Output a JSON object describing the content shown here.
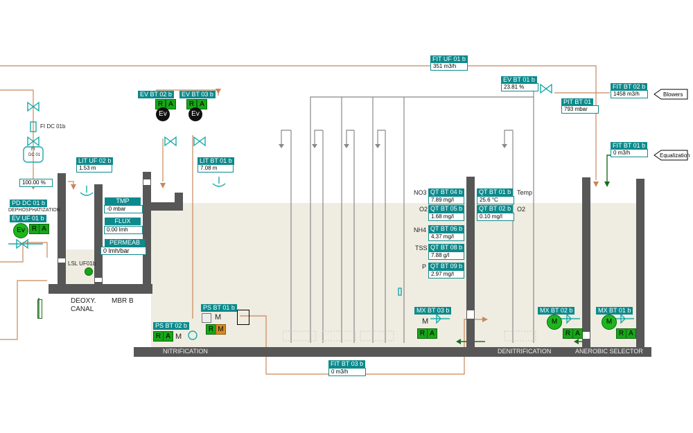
{
  "flows": {
    "fit_uf01b": {
      "tag": "FIT UF 01 b",
      "value": "351 m3/h"
    },
    "fit_bt02b": {
      "tag": "FIT BT 02 b",
      "value": "1458 m3/h"
    },
    "fit_bt01b": {
      "tag": "FIT BT 01 b",
      "value": "0 m3/h"
    },
    "fit_bt03b": {
      "tag": "FIT BT 03 b",
      "value": "0 m3/h"
    }
  },
  "valves": {
    "ev_bt01b": {
      "tag": "EV BT 01 b",
      "value": "23.81 %"
    },
    "ev_bt02b": {
      "tag": "EV BT 02 b",
      "r": "R",
      "a": "A",
      "ev": "Ev"
    },
    "ev_bt03b": {
      "tag": "EV BT 03 b",
      "r": "R",
      "a": "A",
      "ev": "Ev"
    },
    "ev_uf01b": {
      "tag": "EV UF 01 b",
      "r": "R",
      "a": "A",
      "ev": "Ev"
    }
  },
  "pressure": {
    "pit_bt01": {
      "tag": "PIT BT 01",
      "value": "793 mbar"
    }
  },
  "levels": {
    "lit_uf02b": {
      "tag": "LIT UF 02 b",
      "value": "1.53 m"
    },
    "lit_bt01b": {
      "tag": "LIT BT 01 b",
      "value": "7.08 m"
    },
    "lsl_uf01b": "LSL UF01b"
  },
  "dephos": {
    "value": "100.00 %",
    "tag": "PD DC 01 b",
    "label": "DEPHOSPHATIZATION",
    "fi": "FI DC 01b",
    "fi_icon1": "FI",
    "fi_icon2": "DC 01"
  },
  "membrane": {
    "tmp_label": "TMP",
    "tmp_value": "-0 mbar",
    "flux_label": "FLUX",
    "flux_value": "0.00 lmh",
    "permeab_label": "PERMEAB",
    "permeab_value": "0 lmh/bar"
  },
  "analysers": {
    "no3": {
      "label": "NO3",
      "tag": "QT BT 04 b",
      "value": "7.89 mg/l"
    },
    "o2": {
      "label": "O2",
      "tag": "QT BT 05 b",
      "value": "1.68 mg/l"
    },
    "nh4": {
      "label": "NH4",
      "tag": "QT BT 06 b",
      "value": "4.37 mg/l"
    },
    "tss": {
      "label": "TSS",
      "tag": "QT BT 08 b",
      "value": "7.88 g/l"
    },
    "p": {
      "label": "P",
      "tag": "QT BT 09 b",
      "value": "2.97 mg/l"
    },
    "temp": {
      "label": "Temp",
      "tag": "QT BT 01 b",
      "value": "25.6 °C"
    },
    "o2b": {
      "label": "O2",
      "tag": "QT BT 02 b",
      "value": "0.10 mg/l"
    }
  },
  "mixers": {
    "mx_bt03b": {
      "tag": "MX BT 03 b",
      "m": "M",
      "r": "R",
      "a": "A"
    },
    "mx_bt02b": {
      "tag": "MX BT 02 b",
      "m": "M",
      "r": "R",
      "a": "A"
    },
    "mx_bt01b": {
      "tag": "MX BT 01 b",
      "m": "M",
      "r": "R",
      "a": "A"
    }
  },
  "pumps": {
    "ps_bt01b": {
      "tag": "PS BT 01 b",
      "m": "M",
      "r": "R",
      "rm": "M"
    },
    "ps_bt02b": {
      "tag": "PS BT 02 b",
      "r": "R",
      "a": "A",
      "m": "M"
    }
  },
  "zones": {
    "nitrification": "NITRIFICATION",
    "denitrification": "DENITRIFICATION",
    "anaerobic": "ANEROBIC SELECTOR",
    "deoxy": "DEOXY.",
    "canal": "CANAL",
    "mbr": "MBR B"
  },
  "arrows": {
    "blowers": "Blowers",
    "equalization": "Equalization"
  },
  "colors": {
    "tag_bg": "#0d8a8c",
    "pipe": "#c8875a",
    "water": "#efece1",
    "wall": "#575757",
    "running": "#19a519"
  }
}
